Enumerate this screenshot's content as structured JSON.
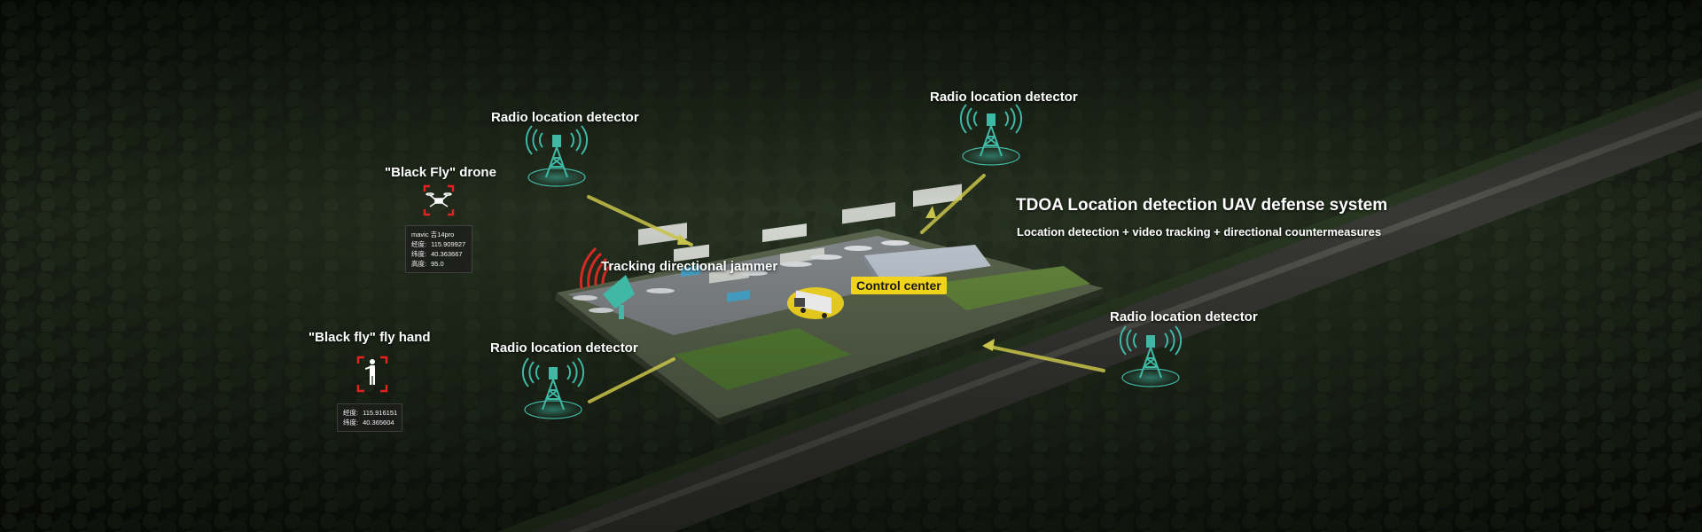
{
  "title": "TDOA Location detection UAV defense system",
  "subtitle": "Location detection + video tracking + directional countermeasures",
  "labels": {
    "detector_top_left": "Radio location detector",
    "detector_top_right": "Radio location detector",
    "detector_bottom_left": "Radio location detector",
    "detector_right": "Radio location detector",
    "drone": "\"Black Fly\" drone",
    "fly_hand": "\"Black fly\" fly hand",
    "jammer": "Tracking directional jammer",
    "control_center": "Control center"
  },
  "drone_info": {
    "model": "mavic 吉14pro",
    "lon_label": "经度:",
    "lon": "115.909927",
    "lat_label": "纬度:",
    "lat": "40.363667",
    "alt_label": "高度:",
    "alt": "95.0"
  },
  "hand_info": {
    "lon_label": "经度:",
    "lon": "115.916151",
    "lat_label": "纬度:",
    "lat": "40.365604"
  },
  "icons": [
    "radio-tower-icon",
    "drone-target-icon",
    "person-target-icon",
    "jammer-dish-icon",
    "control-vehicle-icon"
  ],
  "colors": {
    "tower": "#3fb8a5",
    "link_line": "#c8c34a",
    "target_bracket": "#e0231e",
    "jammer_wave": "#d42a22",
    "control_badge": "#f2d31b",
    "forest": "#1f2a1b",
    "road": "#3a3b37"
  }
}
